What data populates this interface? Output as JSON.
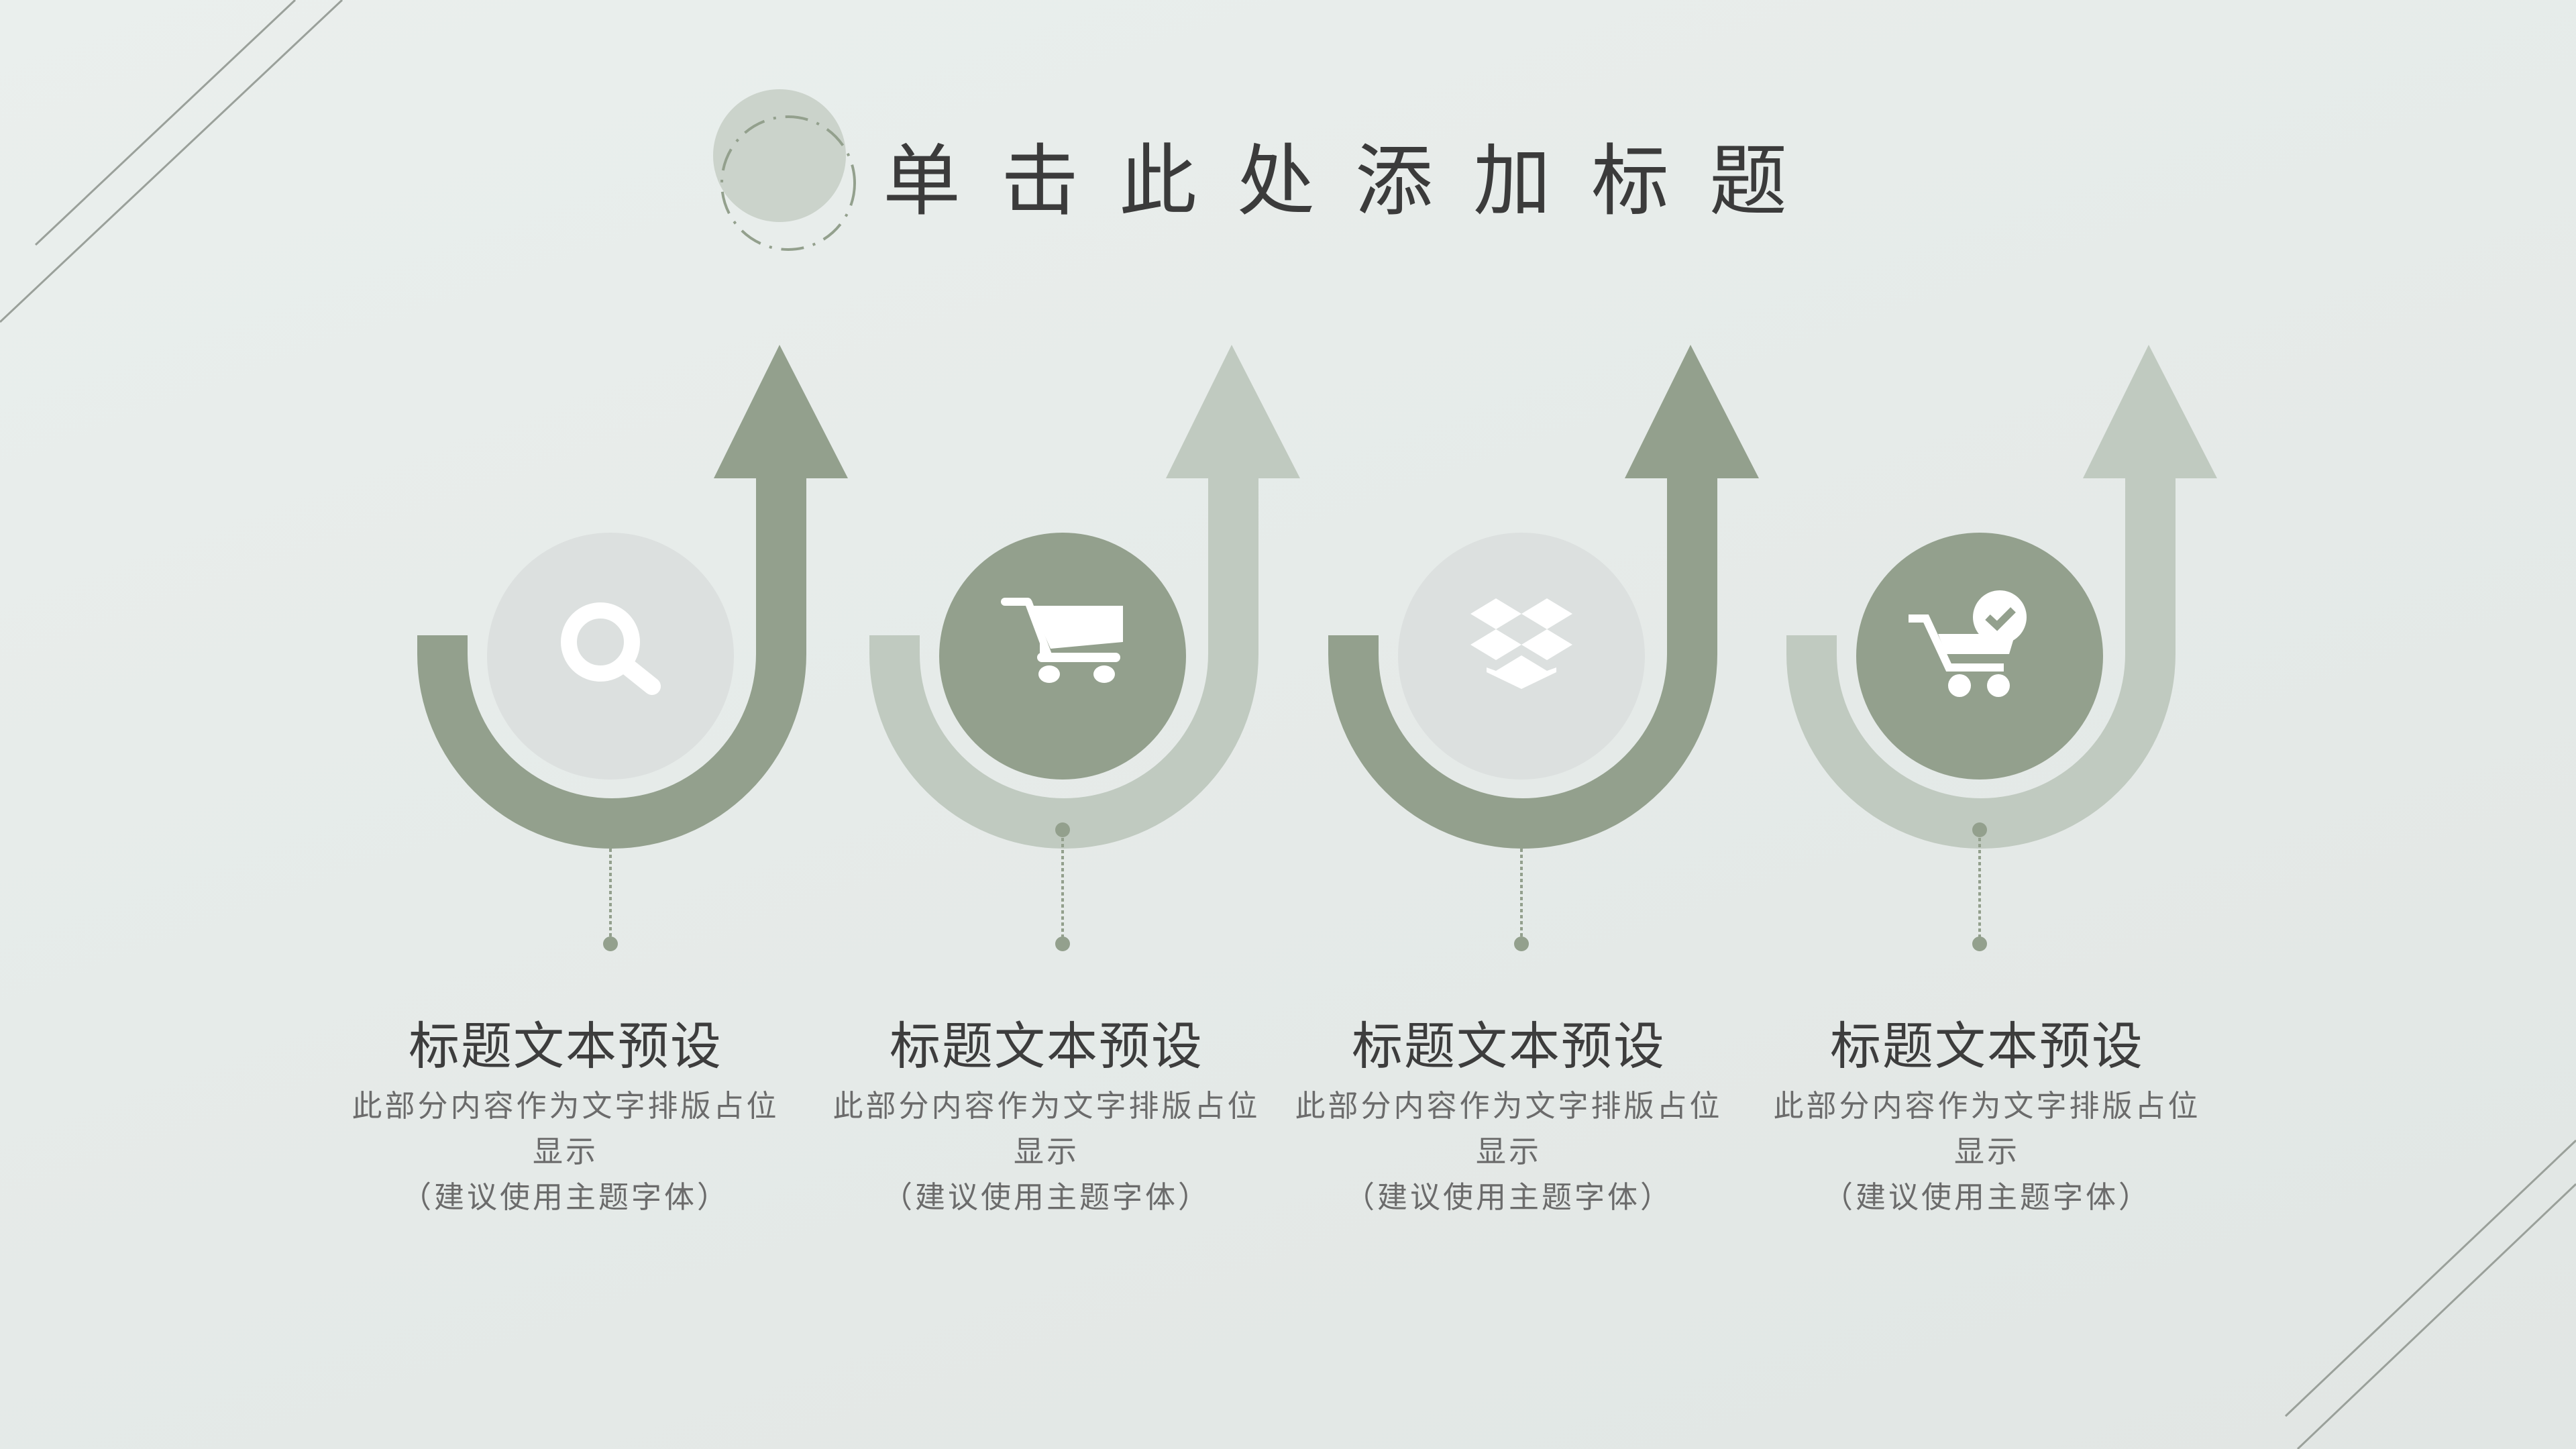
{
  "page": {
    "title": "单击此处添加标题"
  },
  "colors": {
    "background_top": "#eaefed",
    "background_bottom": "#e1e6e4",
    "accent_dark": "#93a08d",
    "accent_light": "#c0cac0",
    "circle_light": "#dce0df",
    "title_text": "#3b3b3b",
    "body_text": "#6b6b6b",
    "deco_line": "#9aa09a"
  },
  "steps": [
    {
      "heading": "标题文本预设",
      "body": "此部分内容作为文字排版占位显示",
      "note": "（建议使用主题字体）",
      "icon": "search-icon",
      "style": "dark-arrow"
    },
    {
      "heading": "标题文本预设",
      "body": "此部分内容作为文字排版占位显示",
      "note": "（建议使用主题字体）",
      "icon": "shopping-cart-icon",
      "style": "light-arrow"
    },
    {
      "heading": "标题文本预设",
      "body": "此部分内容作为文字排版占位显示",
      "note": "（建议使用主题字体）",
      "icon": "dropbox-icon",
      "style": "dark-arrow"
    },
    {
      "heading": "标题文本预设",
      "body": "此部分内容作为文字排版占位显示",
      "note": "（建议使用主题字体）",
      "icon": "cart-checkmark-icon",
      "style": "light-arrow"
    }
  ]
}
